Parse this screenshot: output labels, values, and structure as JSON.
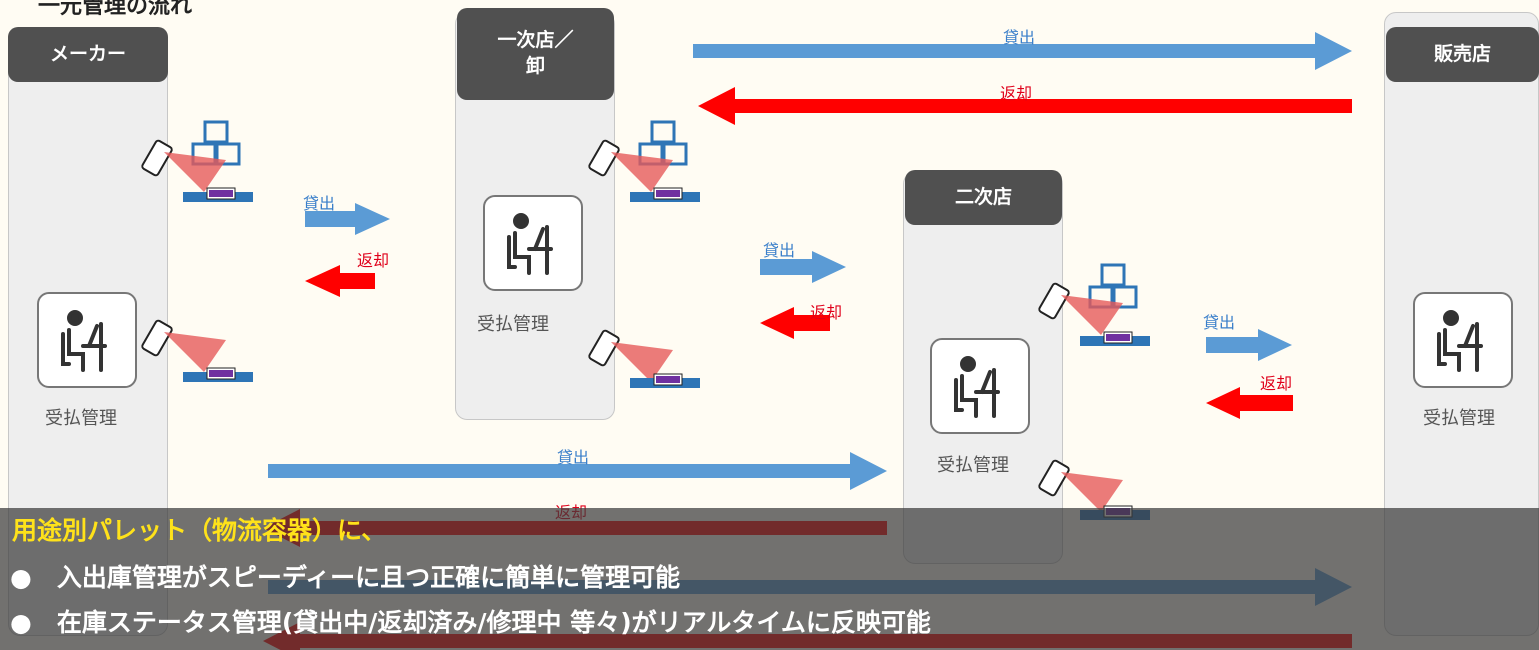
{
  "top_heading": "一元管理の流れ",
  "parties": {
    "maker": "メーカー",
    "primary": "一次店／\n卸",
    "secondary": "二次店",
    "retailer": "販売店"
  },
  "caption": "受払管理",
  "arrow_labels": {
    "lend": "貸出",
    "return": "返却"
  },
  "overlay": {
    "title": "用途別パレット（物流容器）に、",
    "bullets": [
      "●　入出庫管理がスピーディーに且つ正確に簡単に管理可能",
      "●　在庫ステータス管理(貸出中/返却済み/修理中 等々)がリアルタイムに反映可能"
    ]
  },
  "colors": {
    "lend_arrow": "#5b9bd5",
    "return_arrow": "#ff0000",
    "header_bg": "#505050",
    "overlay_title": "#ffe21a"
  },
  "icons": [
    "person-desk-icon",
    "smartphone-scanner-icon",
    "box-stack-icon",
    "pallet-icon"
  ]
}
